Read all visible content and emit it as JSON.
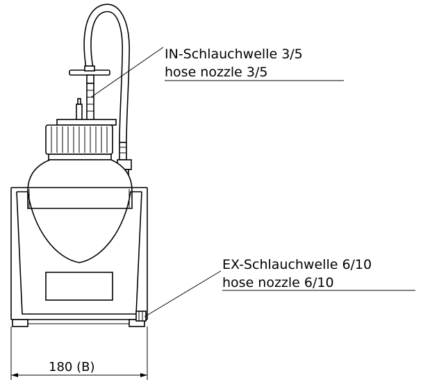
{
  "callouts": {
    "inlet": {
      "line1": "IN-Schlauchwelle 3/5",
      "line2": "hose nozzle 3/5"
    },
    "outlet": {
      "line1": "EX-Schlauchwelle 6/10",
      "line2": "hose nozzle 6/10"
    }
  },
  "dimension": {
    "width_label": "180 (B)"
  }
}
